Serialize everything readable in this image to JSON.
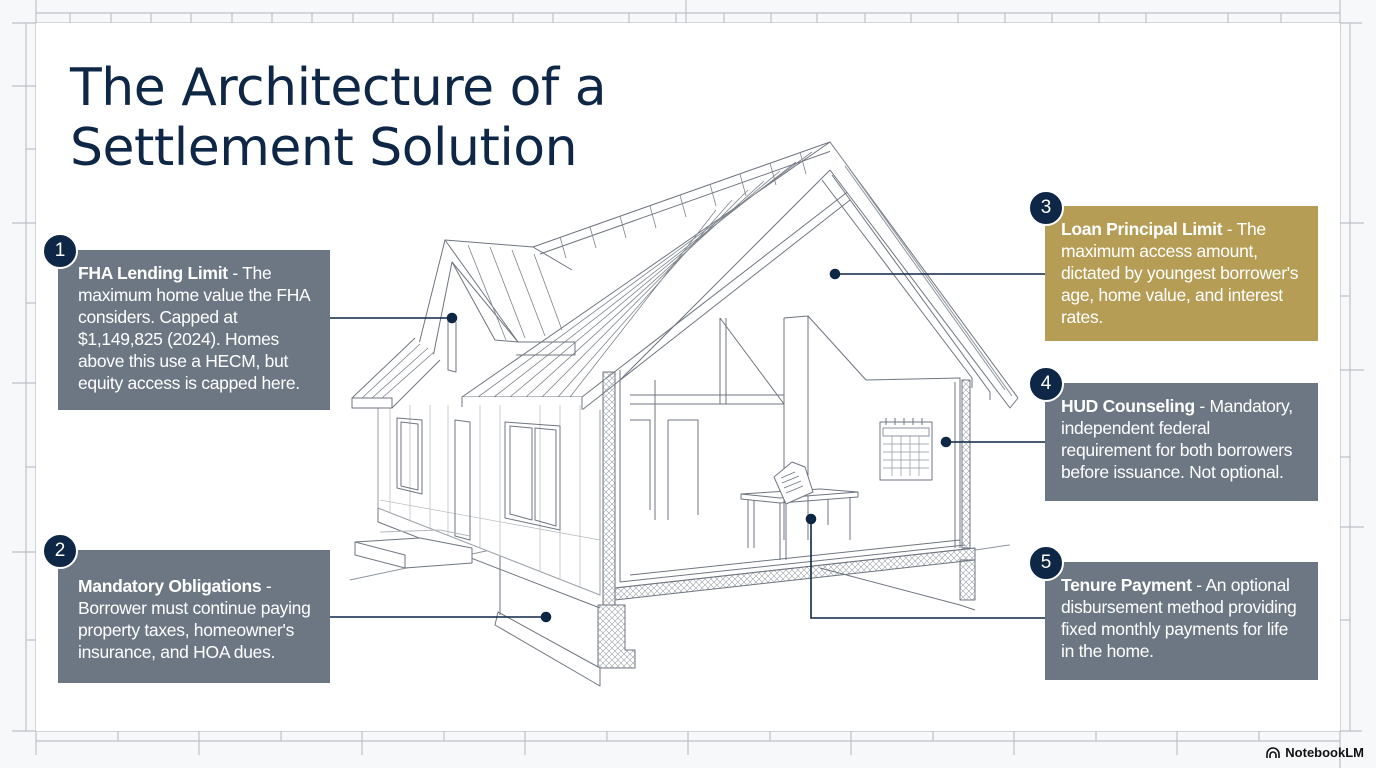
{
  "title": {
    "line1": "The Architecture of a",
    "line2": "Settlement Solution"
  },
  "colors": {
    "navy": "#0f2746",
    "callout_gray": "#6d7783",
    "callout_gold": "#b59d55",
    "drawing_line": "#6f7680",
    "frame_line": "#b9bec4"
  },
  "callouts": [
    {
      "number": "1",
      "heading": "FHA Lending Limit",
      "separator": " - ",
      "body": "The maximum home value the FHA considers. Capped at $1,149,825 (2024). Homes above this use a HECM, but equity access is capped here.",
      "style": "gray",
      "anchor": "dormer gable"
    },
    {
      "number": "2",
      "heading": "Mandatory Obligations",
      "separator": " - ",
      "body": "Borrower must continue paying property taxes, homeowner's insurance, and HOA dues.",
      "style": "gray",
      "anchor": "foundation footing"
    },
    {
      "number": "3",
      "heading": "Loan Principal Limit",
      "separator": " - ",
      "body": "The maximum access amount, dictated by youngest borrower's age, home value, and interest rates.",
      "style": "gold",
      "anchor": "main gable"
    },
    {
      "number": "4",
      "heading": "HUD Counseling",
      "separator": " - ",
      "body": "Mandatory, independent federal requirement for both borrowers before issuance. Not optional.",
      "style": "gray",
      "anchor": "wall calendar"
    },
    {
      "number": "5",
      "heading": "Tenure Payment",
      "separator": " - ",
      "body": "An optional disbursement method providing fixed monthly payments for life in the home.",
      "style": "gray",
      "anchor": "table with document"
    }
  ],
  "illustration": {
    "subject": "cutaway line drawing of a house",
    "icons": [
      "house-drawing",
      "calendar-icon",
      "document-icon",
      "table-icon"
    ]
  },
  "branding": {
    "label": "NotebookLM",
    "icon": "notebooklm-logo-icon"
  }
}
